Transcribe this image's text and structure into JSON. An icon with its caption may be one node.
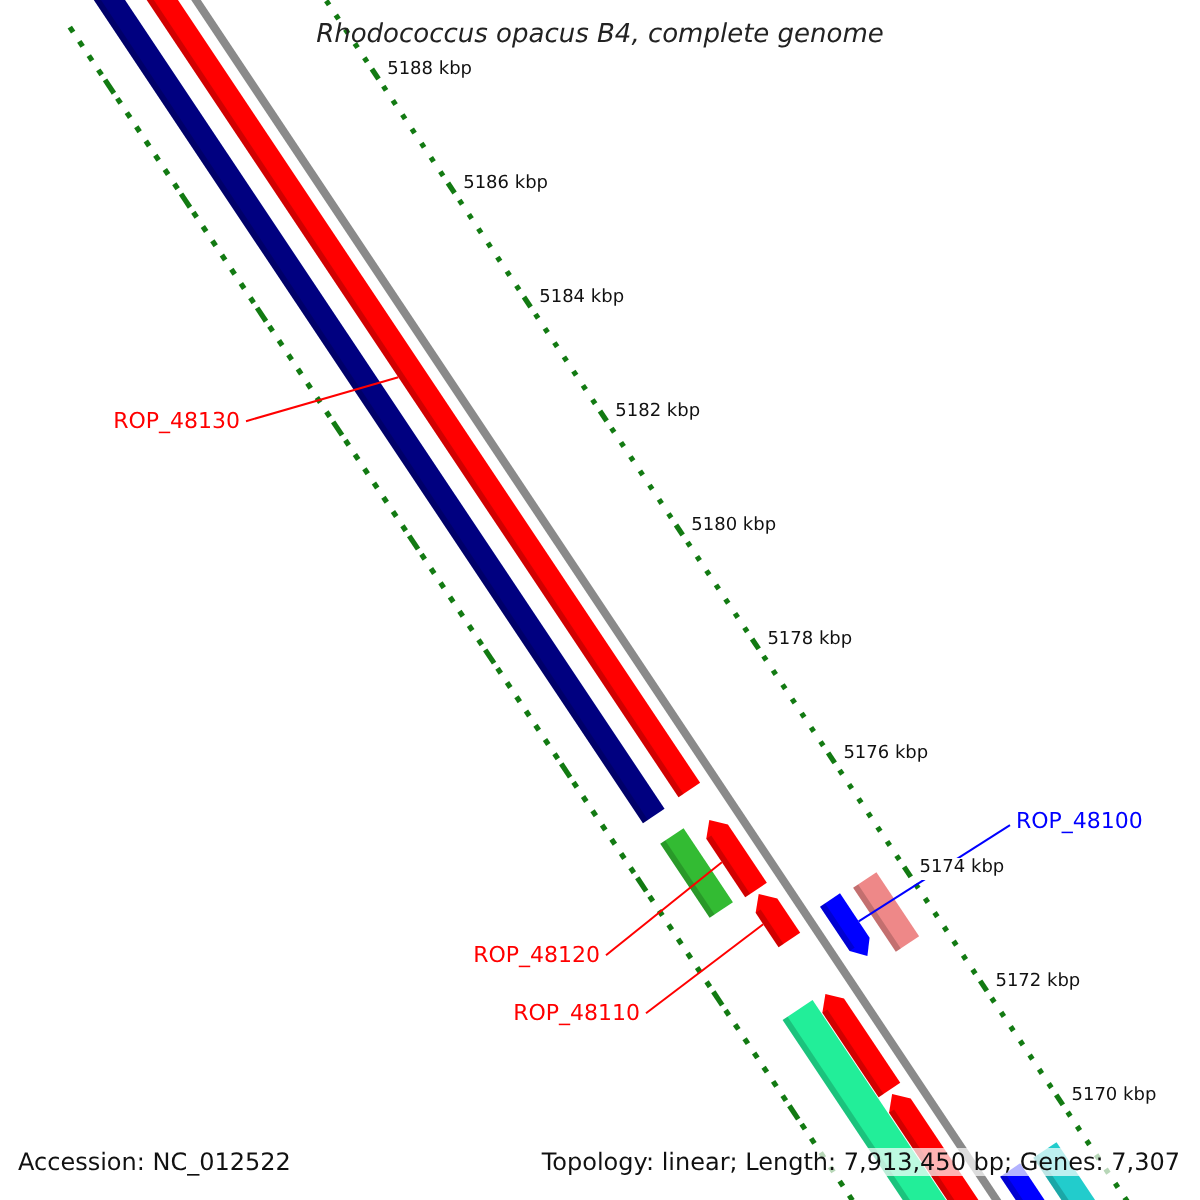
{
  "diagram": {
    "title": "Rhodococcus opacus B4, complete genome",
    "nodes": [
      {
        "text": [
          "ROP_48130"
        ]
      },
      {
        "text": [
          "ROP_48120"
        ]
      },
      {
        "text": [
          "ROP_48110"
        ]
      },
      {
        "text": [
          "ROP_48100"
        ]
      },
      {
        "text": [],
        "shape": "bar"
      },
      {
        "text": [],
        "shape": "arrow"
      },
      {
        "text": [],
        "shape": "arrow"
      },
      {
        "text": [],
        "shape": "arrow"
      }
    ],
    "edges": [
      {
        "from": 0,
        "to": 4,
        "arrow": "none"
      },
      {
        "from": 1,
        "to": 5,
        "arrow": "none"
      },
      {
        "from": 2,
        "to": 6,
        "arrow": "none"
      },
      {
        "from": 3,
        "to": 7,
        "arrow": "none",
        "color": "#0000ff"
      }
    ],
    "labels": [
      "5188 kbp",
      "5186 kbp",
      "5184 kbp",
      "5182 kbp",
      "5180 kbp",
      "5178 kbp",
      "5176 kbp",
      "5174 kbp",
      "5172 kbp",
      "5170 kbp",
      "Accession: NC_012522",
      "Topology: linear; Length: 7,913,450 bp; Genes: 7,307"
    ]
  }
}
